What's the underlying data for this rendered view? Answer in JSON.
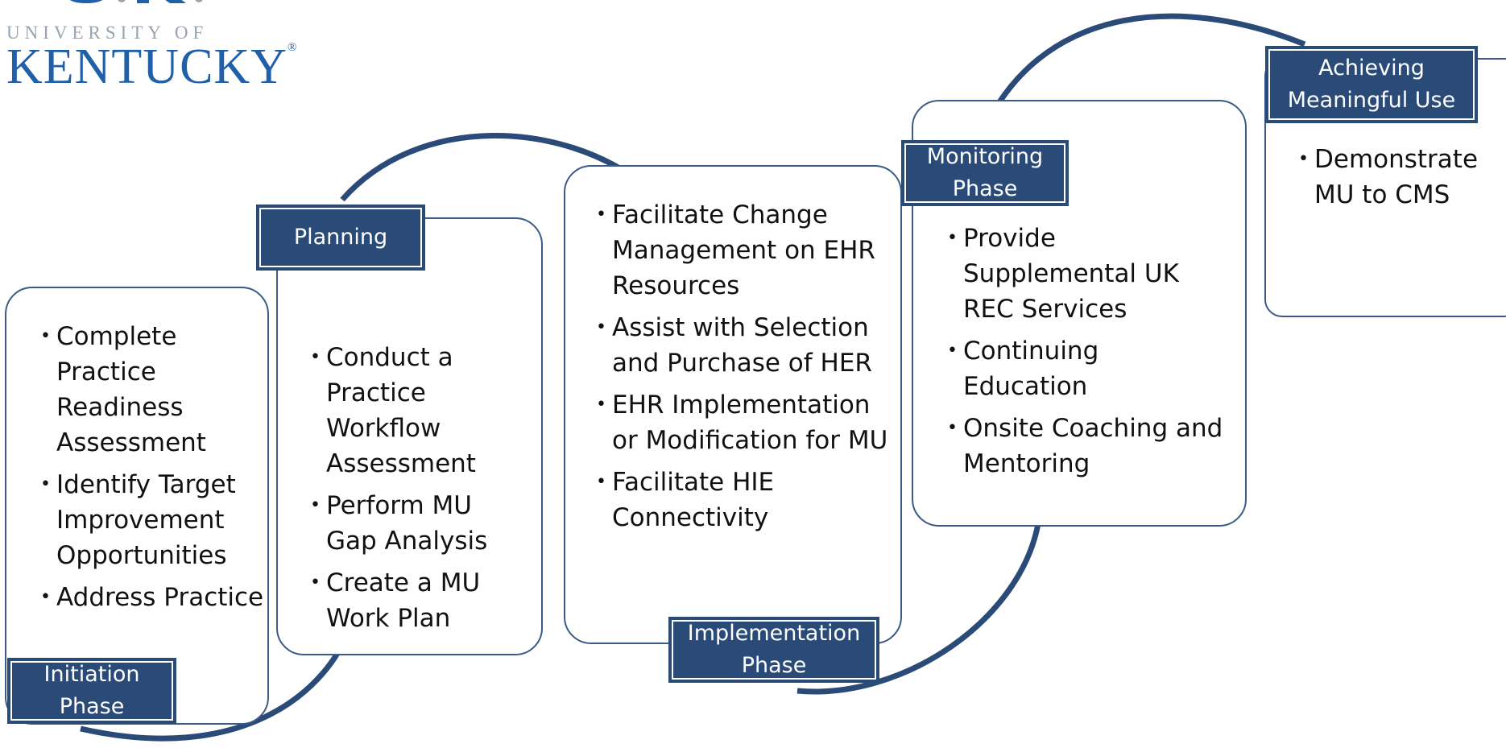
{
  "logo": {
    "university_of": "UNIVERSITY OF",
    "name": "KENTUCKY"
  },
  "phases": [
    {
      "id": "initiation",
      "label": "Initiation Phase",
      "items": [
        "Complete Practice Readiness Assessment",
        "Identify Target Improvement Opportunities",
        "Address Practice"
      ]
    },
    {
      "id": "planning",
      "label": "Planning",
      "items": [
        "Conduct a Practice Workflow Assessment",
        "Perform MU Gap Analysis",
        "Create a MU Work Plan"
      ]
    },
    {
      "id": "implementation",
      "label": "Implementation Phase",
      "items": [
        "Facilitate Change Management on EHR Resources",
        "Assist with Selection and Purchase of HER",
        "EHR Implementation or Modification for MU",
        "Facilitate HIE Connectivity"
      ]
    },
    {
      "id": "monitoring",
      "label": "Monitoring Phase",
      "items": [
        "Provide Supplemental UK REC Services",
        "Continuing Education",
        "Onsite Coaching and Mentoring"
      ]
    },
    {
      "id": "achieving",
      "label": "Achieving Meaningful Use",
      "items": [
        "Demonstrate MU to CMS"
      ]
    }
  ],
  "colors": {
    "primary": "#2a4a78",
    "border": "#3c5a86",
    "logo_blue": "#2060a8",
    "logo_gray": "#9aa3ad"
  }
}
